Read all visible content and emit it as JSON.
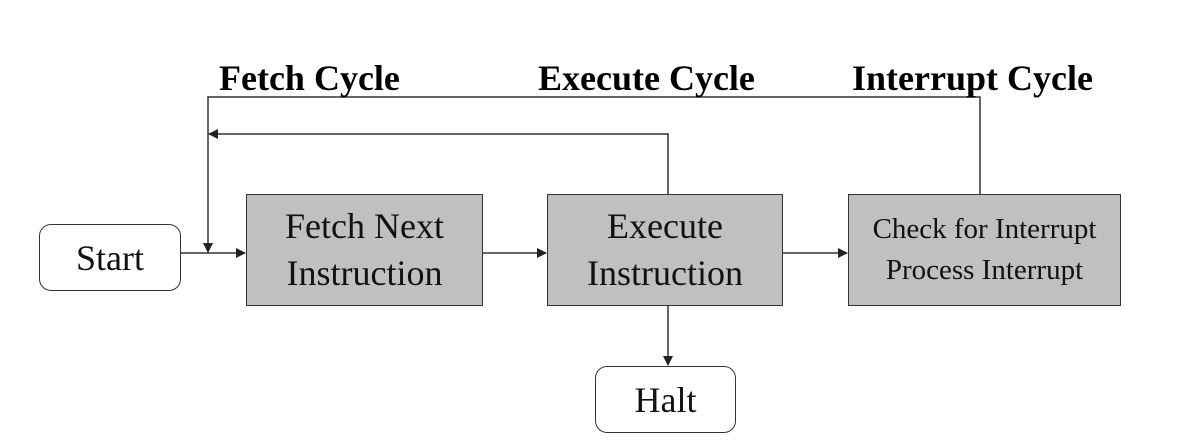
{
  "phases": {
    "fetch": "Fetch Cycle",
    "execute": "Execute Cycle",
    "interrupt": "Interrupt Cycle"
  },
  "nodes": {
    "start": "Start",
    "fetch_line1": "Fetch Next",
    "fetch_line2": "Instruction",
    "execute_line1": "Execute",
    "execute_line2": "Instruction",
    "interrupt_line1": "Check for Interrupt",
    "interrupt_line2": "Process Interrupt",
    "halt": "Halt"
  },
  "colors": {
    "process_fill": "#c0c0c0",
    "line": "#333333"
  }
}
